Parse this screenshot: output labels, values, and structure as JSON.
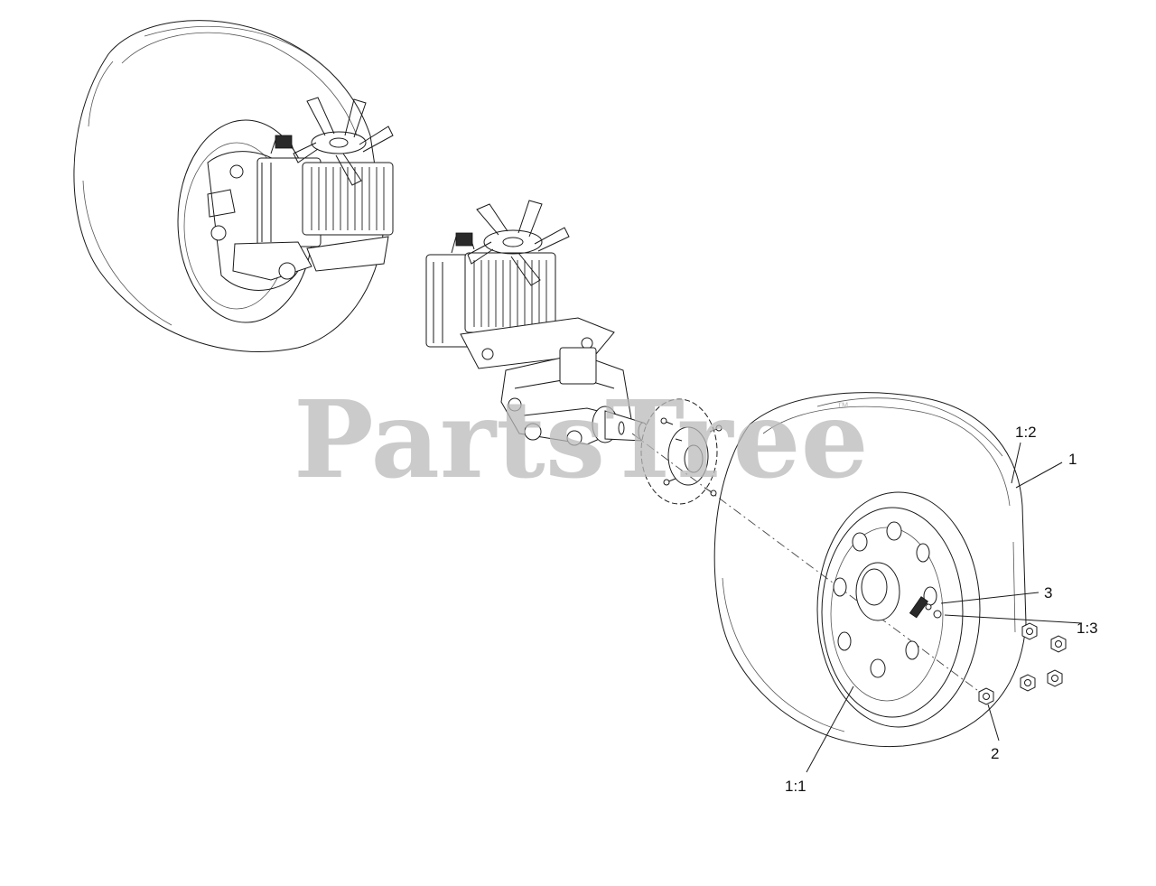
{
  "watermark": {
    "text": "PartsTree",
    "trademark": "™"
  },
  "callouts": {
    "c1_2": "1:2",
    "c1": "1",
    "c3": "3",
    "c1_3": "1:3",
    "c2": "2",
    "c1_1": "1:1"
  },
  "icons": {
    "left_wheel": "left-wheel-assembly-icon",
    "transaxle_left": "left-transaxle-icon",
    "transaxle_right": "right-transaxle-icon",
    "hub": "wheel-hub-icon",
    "right_wheel": "right-wheel-tire-icon",
    "lug_nuts": "lug-nut-icon"
  },
  "colors": {
    "line": "#1a1a1a",
    "watermark": "#b9b9b9",
    "background": "#ffffff"
  }
}
